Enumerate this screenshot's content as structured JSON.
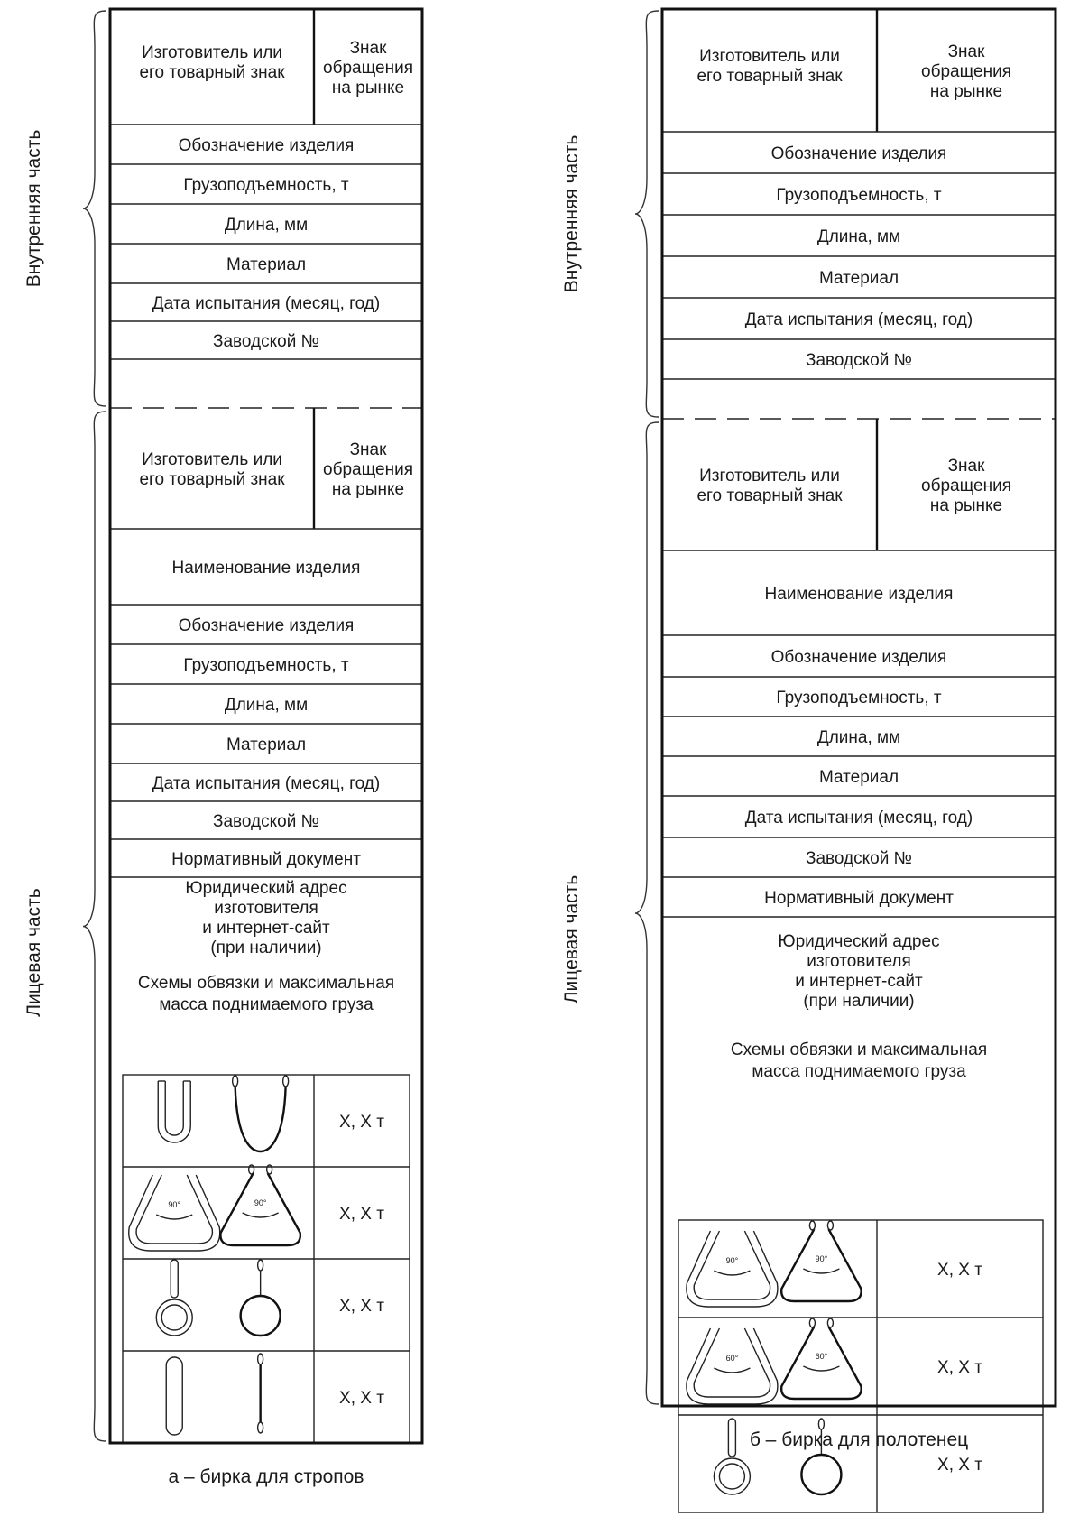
{
  "tags": {
    "a": {
      "inner_label": "Внутренняя часть",
      "front_label": "Лицевая часть",
      "caption": "а – бирка для стропов",
      "inner_rows": [
        [
          "Изготовитель или",
          "его товарный знак"
        ],
        [
          "Обозначение изделия"
        ],
        [
          "Грузоподъемность, т"
        ],
        [
          "Длина, мм"
        ],
        [
          "Материал"
        ],
        [
          "Дата испытания (месяц, год)"
        ],
        [
          "Заводской №"
        ],
        []
      ],
      "inner_mark": [
        "Знак",
        "обращения",
        "на рынке"
      ],
      "front_rows": [
        [
          "Изготовитель или",
          "его товарный знак"
        ],
        [
          "Наименование изделия"
        ],
        [
          "Обозначение изделия"
        ],
        [
          "Грузоподъемность, т"
        ],
        [
          "Длина, мм"
        ],
        [
          "Материал"
        ],
        [
          "Дата испытания (месяц, год)"
        ],
        [
          "Заводской №"
        ],
        [
          "Нормативный документ"
        ],
        [
          "Юридический адрес",
          "изготовителя",
          "и интернет-сайт",
          "(при наличии)"
        ],
        [
          "Схемы обвязки и максимальная",
          "масса поднимаемого груза"
        ]
      ],
      "front_mark": [
        "Знак",
        "обращения",
        "на рынке"
      ],
      "schemes": [
        {
          "kind": "u",
          "load": "Х, Х т"
        },
        {
          "kind": "angle",
          "angle": "90°",
          "load": "Х, Х т"
        },
        {
          "kind": "choke",
          "load": "Х, Х т"
        },
        {
          "kind": "straight",
          "load": "Х, Х т"
        }
      ]
    },
    "b": {
      "inner_label": "Внутренняя часть",
      "front_label": "Лицевая часть",
      "caption": "б – бирка для полотенец",
      "inner_rows": [
        [
          "Изготовитель или",
          "его товарный знак"
        ],
        [
          "Обозначение изделия"
        ],
        [
          "Грузоподъемность, т"
        ],
        [
          "Длина, мм"
        ],
        [
          "Материал"
        ],
        [
          "Дата испытания (месяц, год)"
        ],
        [
          "Заводской №"
        ],
        []
      ],
      "inner_mark": [
        "Знак",
        "обращения",
        "на рынке"
      ],
      "front_rows": [
        [
          "Изготовитель или",
          "его товарный знак"
        ],
        [
          "Наименование изделия"
        ],
        [
          "Обозначение изделия"
        ],
        [
          "Грузоподъемность, т"
        ],
        [
          "Длина, мм"
        ],
        [
          "Материал"
        ],
        [
          "Дата испытания (месяц, год)"
        ],
        [
          "Заводской №"
        ],
        [
          "Нормативный документ"
        ],
        [
          "Юридический адрес",
          "изготовителя",
          "и интернет-сайт",
          "(при наличии)"
        ],
        [
          "Схемы обвязки и максимальная",
          "масса поднимаемого груза"
        ]
      ],
      "front_mark": [
        "Знак",
        "обращения",
        "на рынке"
      ],
      "schemes": [
        {
          "kind": "angle",
          "angle": "90°",
          "load": "Х, Х т"
        },
        {
          "kind": "angle",
          "angle": "60°",
          "load": "Х, Х т"
        },
        {
          "kind": "choke",
          "load": "Х, Х т"
        }
      ]
    }
  }
}
